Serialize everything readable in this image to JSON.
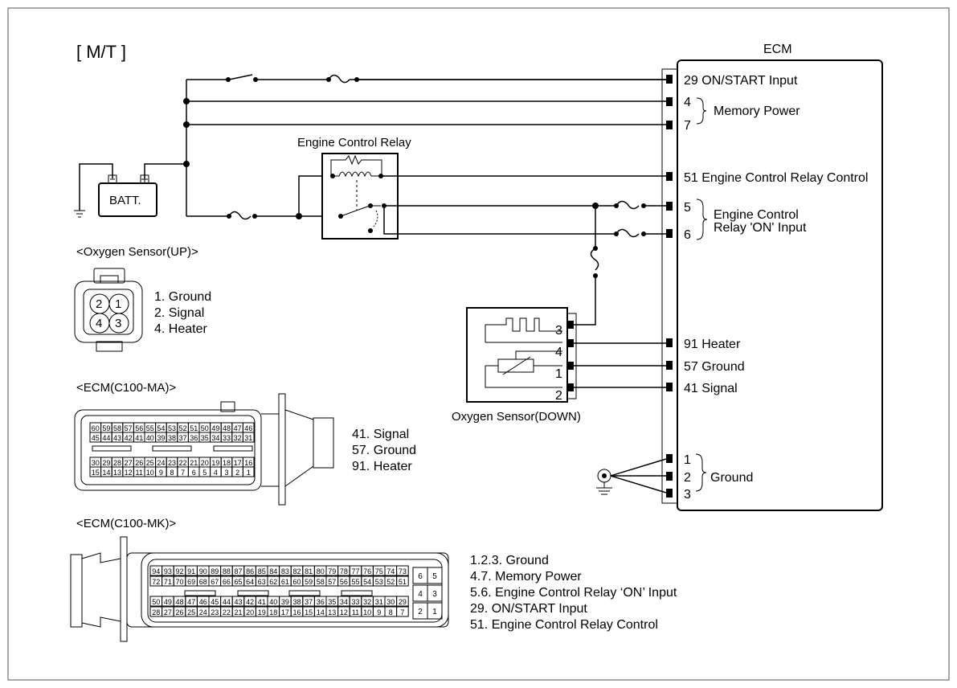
{
  "title": "[ M/T ]",
  "ecm": {
    "label": "ECM",
    "pins": {
      "p29": "29 ON/START Input",
      "p4": "4",
      "p7": "7",
      "memory_power": "Memory Power",
      "p51": "51 Engine Control Relay Control",
      "p5": "5",
      "p6": "6",
      "relay_on_1": "Engine Control",
      "relay_on_2": "Relay 'ON' Input",
      "p91": "91 Heater",
      "p57": "57 Ground",
      "p41": "41 Signal",
      "g1": "1",
      "g2": "2",
      "g3": "3",
      "ground": "Ground"
    }
  },
  "battery": "BATT.",
  "relay_label": "Engine Control Relay",
  "o2_down": {
    "label": "Oxygen Sensor(DOWN)",
    "pins": [
      "3",
      "4",
      "1",
      "2"
    ]
  },
  "o2_up": {
    "title": "<Oxygen Sensor(UP)>",
    "pins": [
      "2",
      "1",
      "4",
      "3"
    ],
    "legend": [
      "1. Ground",
      "2. Signal",
      "4. Heater"
    ]
  },
  "ecm_ma": {
    "title": "<ECM(C100-MA)>",
    "row1": [
      "60",
      "59",
      "58",
      "57",
      "56",
      "55",
      "54",
      "53",
      "52",
      "51",
      "50",
      "49",
      "48",
      "47",
      "46"
    ],
    "row2": [
      "45",
      "44",
      "43",
      "42",
      "41",
      "40",
      "39",
      "38",
      "37",
      "36",
      "35",
      "34",
      "33",
      "32",
      "31"
    ],
    "row3": [
      "30",
      "29",
      "28",
      "27",
      "26",
      "25",
      "24",
      "23",
      "22",
      "21",
      "20",
      "19",
      "18",
      "17",
      "16"
    ],
    "row4": [
      "15",
      "14",
      "13",
      "12",
      "11",
      "10",
      "9",
      "8",
      "7",
      "6",
      "5",
      "4",
      "3",
      "2",
      "1"
    ],
    "legend": [
      "41. Signal",
      "57. Ground",
      "91. Heater"
    ]
  },
  "ecm_mk": {
    "title": "<ECM(C100-MK)>",
    "row1": [
      "94",
      "93",
      "92",
      "91",
      "90",
      "89",
      "88",
      "87",
      "86",
      "85",
      "84",
      "83",
      "82",
      "81",
      "80",
      "79",
      "78",
      "77",
      "76",
      "75",
      "74",
      "73"
    ],
    "row2": [
      "72",
      "71",
      "70",
      "69",
      "68",
      "67",
      "66",
      "65",
      "64",
      "63",
      "62",
      "61",
      "60",
      "59",
      "58",
      "57",
      "56",
      "55",
      "54",
      "53",
      "52",
      "51"
    ],
    "row3": [
      "50",
      "49",
      "48",
      "47",
      "46",
      "45",
      "44",
      "43",
      "42",
      "41",
      "40",
      "39",
      "38",
      "37",
      "36",
      "35",
      "34",
      "33",
      "32",
      "31",
      "30",
      "29"
    ],
    "row4": [
      "28",
      "27",
      "26",
      "25",
      "24",
      "23",
      "22",
      "21",
      "20",
      "19",
      "18",
      "17",
      "16",
      "15",
      "14",
      "13",
      "12",
      "11",
      "10",
      "9",
      "8",
      "7"
    ],
    "side": [
      "6",
      "5",
      "4",
      "3",
      "2",
      "1"
    ],
    "legend": [
      "1.2.3. Ground",
      "4.7. Memory Power",
      "5.6. Engine Control Relay ‘ON’ Input",
      "29. ON/START Input",
      "51. Engine Control Relay Control"
    ]
  }
}
